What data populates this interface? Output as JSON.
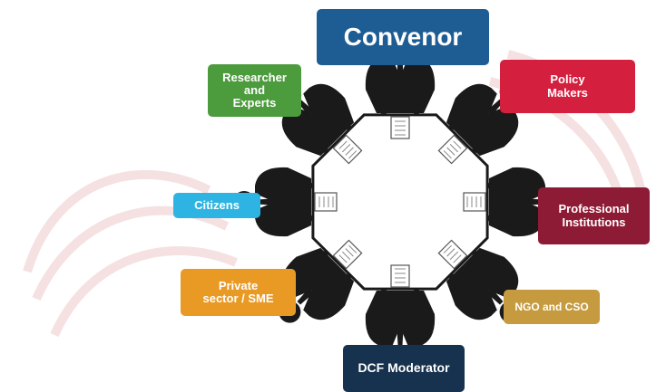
{
  "diagram": {
    "center_label": "",
    "participants": [
      {
        "id": "convenor",
        "lines": [
          "Convenor"
        ],
        "color": "#1d5d94"
      },
      {
        "id": "policy",
        "lines": [
          "Policy",
          "Makers"
        ],
        "color": "#d41f3f"
      },
      {
        "id": "research",
        "lines": [
          "Researcher",
          "and",
          "Experts"
        ],
        "color": "#4c9b3d"
      },
      {
        "id": "citizens",
        "lines": [
          "Citizens"
        ],
        "color": "#2eb4e2"
      },
      {
        "id": "professional",
        "lines": [
          "Professional",
          "Institutions"
        ],
        "color": "#8e1b36"
      },
      {
        "id": "private",
        "lines": [
          "Private",
          "sector / SME"
        ],
        "color": "#e99a25"
      },
      {
        "id": "ngo",
        "lines": [
          "NGO and CSO"
        ],
        "color": "#c69a3f"
      },
      {
        "id": "dcf",
        "lines": [
          "DCF Moderator"
        ],
        "color": "#17324e"
      }
    ],
    "seat_icon": "businessman-seated-icon",
    "document_icon": "document-icon",
    "table_color": "#1a1a1a",
    "background_watermark_color": "#f7e3e3"
  }
}
